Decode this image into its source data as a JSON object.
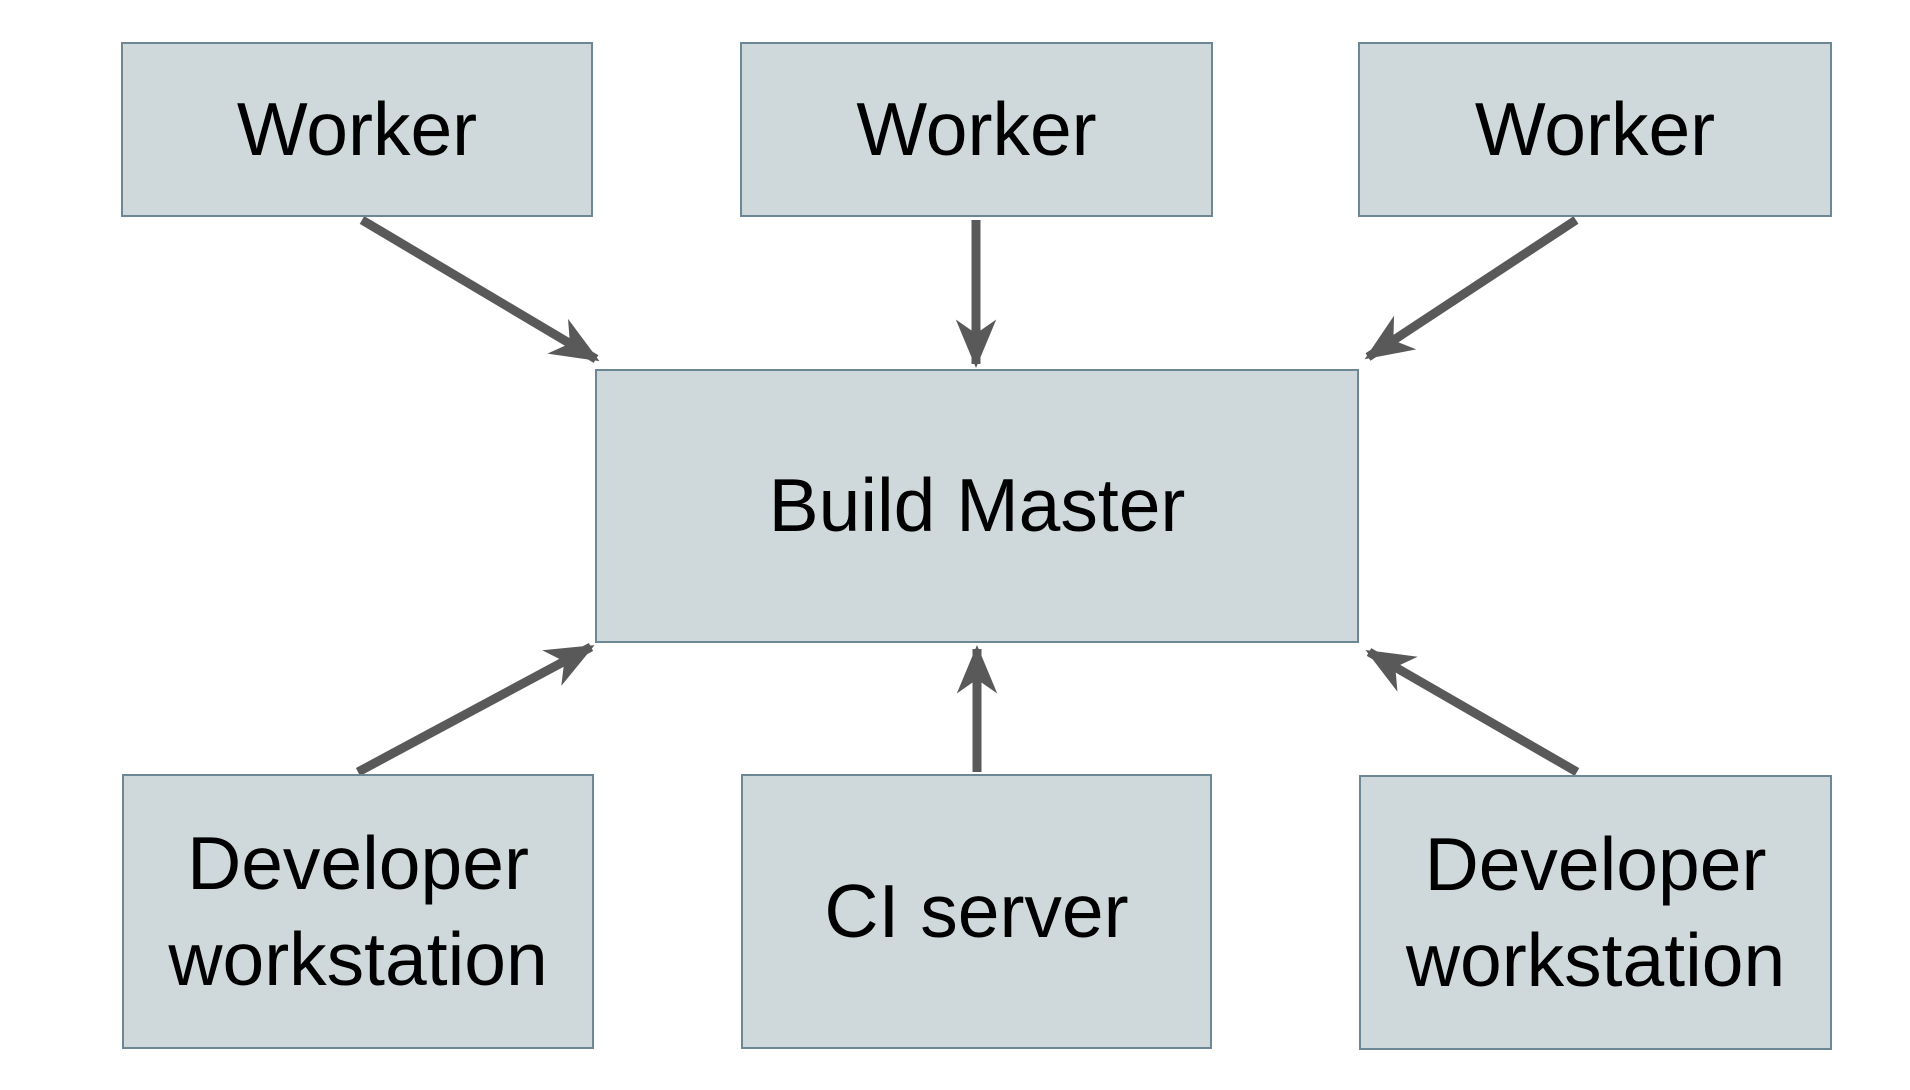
{
  "diagram": {
    "colors": {
      "node_fill": "#cfd8da",
      "node_border": "#6d8894",
      "arrow": "#595959",
      "text": "#000000",
      "background": "#ffffff"
    },
    "nodes": [
      {
        "id": "worker-1",
        "label": "Worker"
      },
      {
        "id": "worker-2",
        "label": "Worker"
      },
      {
        "id": "worker-3",
        "label": "Worker"
      },
      {
        "id": "build-master",
        "label": "Build Master"
      },
      {
        "id": "dev-1",
        "label": "Developer workstation"
      },
      {
        "id": "ci-server",
        "label": "CI server"
      },
      {
        "id": "dev-2",
        "label": "Developer workstation"
      }
    ],
    "edges": [
      {
        "from": "worker-1",
        "to": "build-master"
      },
      {
        "from": "worker-2",
        "to": "build-master"
      },
      {
        "from": "worker-3",
        "to": "build-master"
      },
      {
        "from": "dev-1",
        "to": "build-master"
      },
      {
        "from": "ci-server",
        "to": "build-master"
      },
      {
        "from": "dev-2",
        "to": "build-master"
      }
    ]
  }
}
